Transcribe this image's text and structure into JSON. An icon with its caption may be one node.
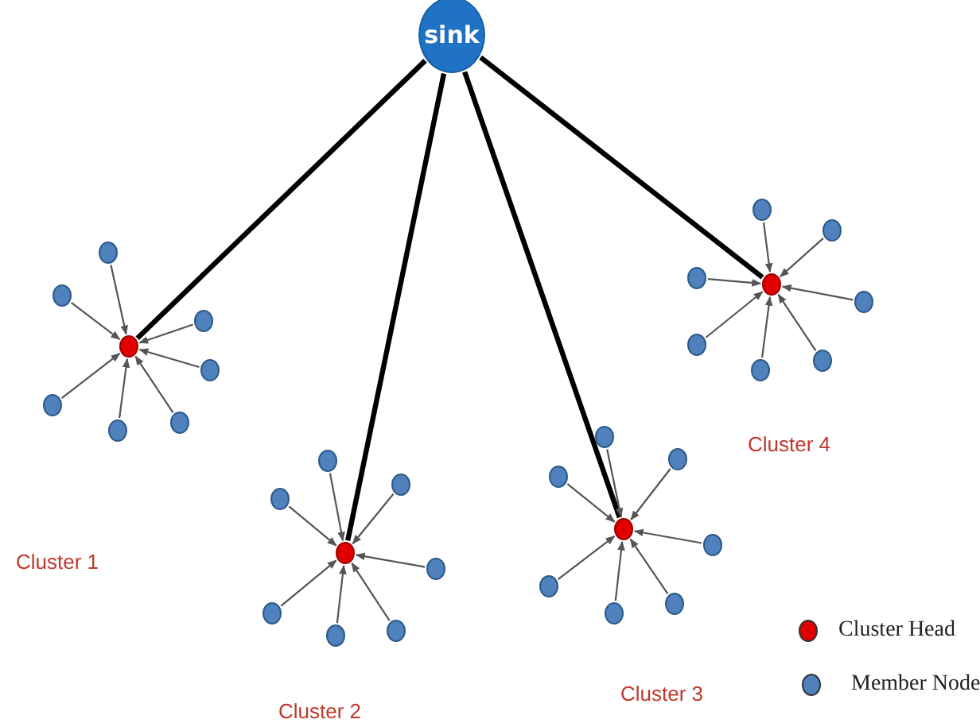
{
  "diagram": {
    "nodes": [
      {
        "text": [
          "sink"
        ]
      },
      {
        "text": [],
        "shape": "circle"
      },
      {
        "text": [],
        "shape": "circle"
      },
      {
        "text": [],
        "shape": "circle"
      },
      {
        "text": [],
        "shape": "circle"
      },
      {
        "text": [],
        "shape": "circle"
      },
      {
        "text": [],
        "shape": "circle"
      },
      {
        "text": [],
        "shape": "circle"
      },
      {
        "text": [],
        "shape": "circle"
      },
      {
        "text": [],
        "shape": "circle"
      },
      {
        "text": [],
        "shape": "circle"
      },
      {
        "text": [],
        "shape": "circle"
      },
      {
        "text": [],
        "shape": "circle"
      },
      {
        "text": [],
        "shape": "circle"
      },
      {
        "text": [],
        "shape": "circle"
      },
      {
        "text": [],
        "shape": "circle"
      },
      {
        "text": [],
        "shape": "circle"
      },
      {
        "text": [],
        "shape": "circle"
      },
      {
        "text": [],
        "shape": "circle"
      },
      {
        "text": [],
        "shape": "circle"
      },
      {
        "text": [],
        "shape": "circle"
      },
      {
        "text": [],
        "shape": "circle"
      },
      {
        "text": [],
        "shape": "circle"
      },
      {
        "text": [],
        "shape": "circle"
      },
      {
        "text": [],
        "shape": "circle"
      },
      {
        "text": [],
        "shape": "circle"
      },
      {
        "text": [],
        "shape": "circle"
      },
      {
        "text": [],
        "shape": "circle"
      },
      {
        "text": [],
        "shape": "circle"
      },
      {
        "text": [],
        "shape": "circle"
      },
      {
        "text": [],
        "shape": "circle"
      },
      {
        "text": [],
        "shape": "circle"
      },
      {
        "text": [],
        "shape": "circle"
      }
    ],
    "edges": [
      {
        "from": 0,
        "to": 1,
        "arrow": "none",
        "style": "thick",
        "color": "#000000"
      },
      {
        "from": 0,
        "to": 9,
        "arrow": "none",
        "style": "thick",
        "color": "#000000"
      },
      {
        "from": 0,
        "to": 17,
        "arrow": "none",
        "style": "thick",
        "color": "#000000"
      },
      {
        "from": 0,
        "to": 25,
        "arrow": "none",
        "style": "thick",
        "color": "#000000"
      },
      {
        "from": 2,
        "to": 1,
        "arrow": "to"
      },
      {
        "from": 3,
        "to": 1,
        "arrow": "to"
      },
      {
        "from": 4,
        "to": 1,
        "arrow": "to"
      },
      {
        "from": 5,
        "to": 1,
        "arrow": "to"
      },
      {
        "from": 6,
        "to": 1,
        "arrow": "to"
      },
      {
        "from": 7,
        "to": 1,
        "arrow": "to"
      },
      {
        "from": 8,
        "to": 1,
        "arrow": "to"
      },
      {
        "from": 10,
        "to": 9,
        "arrow": "to"
      },
      {
        "from": 11,
        "to": 9,
        "arrow": "to"
      },
      {
        "from": 12,
        "to": 9,
        "arrow": "to"
      },
      {
        "from": 13,
        "to": 9,
        "arrow": "to"
      },
      {
        "from": 14,
        "to": 9,
        "arrow": "to"
      },
      {
        "from": 15,
        "to": 9,
        "arrow": "to"
      },
      {
        "from": 16,
        "to": 9,
        "arrow": "to"
      },
      {
        "from": 18,
        "to": 17,
        "arrow": "to"
      },
      {
        "from": 19,
        "to": 17,
        "arrow": "to"
      },
      {
        "from": 20,
        "to": 17,
        "arrow": "to"
      },
      {
        "from": 21,
        "to": 17,
        "arrow": "to"
      },
      {
        "from": 22,
        "to": 17,
        "arrow": "to"
      },
      {
        "from": 23,
        "to": 17,
        "arrow": "to"
      },
      {
        "from": 24,
        "to": 17,
        "arrow": "to"
      },
      {
        "from": 26,
        "to": 25,
        "arrow": "to"
      },
      {
        "from": 27,
        "to": 25,
        "arrow": "to"
      },
      {
        "from": 28,
        "to": 25,
        "arrow": "to"
      },
      {
        "from": 29,
        "to": 25,
        "arrow": "to"
      },
      {
        "from": 30,
        "to": 25,
        "arrow": "to"
      },
      {
        "from": 31,
        "to": 25,
        "arrow": "to"
      },
      {
        "from": 32,
        "to": 25,
        "arrow": "to"
      }
    ],
    "labels": [
      "Cluster 1",
      "Cluster 4",
      "Cluster 2",
      "Cluster 3"
    ],
    "legend": [
      {
        "text": "Cluster Head",
        "color": "#e00000"
      },
      {
        "text": "Member Node",
        "color": "#4f81bd"
      }
    ]
  }
}
